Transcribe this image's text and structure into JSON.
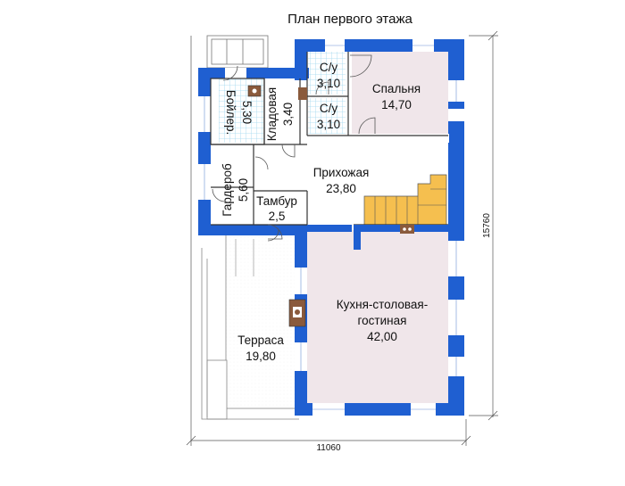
{
  "title": "План первого этажа",
  "rooms": {
    "su_top": {
      "name": "С/у",
      "area": "3,10"
    },
    "su_bottom": {
      "name": "С/у",
      "area": "3,10"
    },
    "bedroom": {
      "name": "Спальня",
      "area": "14,70"
    },
    "boiler": {
      "name": "Бойлер.",
      "area": "5,30"
    },
    "pantry": {
      "name": "Кладовая",
      "area": "3,40"
    },
    "hall": {
      "name": "Прихожая",
      "area": "23,80"
    },
    "wardrobe": {
      "name": "Гардероб",
      "area": "5,60"
    },
    "vestibule": {
      "name": "Тамбур",
      "area": "2,5"
    },
    "kitchen": {
      "name_line1": "Кухня-столовая-",
      "name_line2": "гостиная",
      "area": "42,00"
    },
    "terrace": {
      "name": "Терраса",
      "area": "19,80"
    }
  },
  "dimensions": {
    "width": "11060",
    "height": "15760"
  },
  "colors": {
    "wall": "#1f5fd1",
    "wall_inner": "#ffffff",
    "bedroom_floor": "#f0e6ea",
    "kitchen_floor": "#f0e6ea",
    "tile": "#9fd7f0",
    "stair": "#f5bf4f",
    "terrace_floor": "#ffffff"
  }
}
